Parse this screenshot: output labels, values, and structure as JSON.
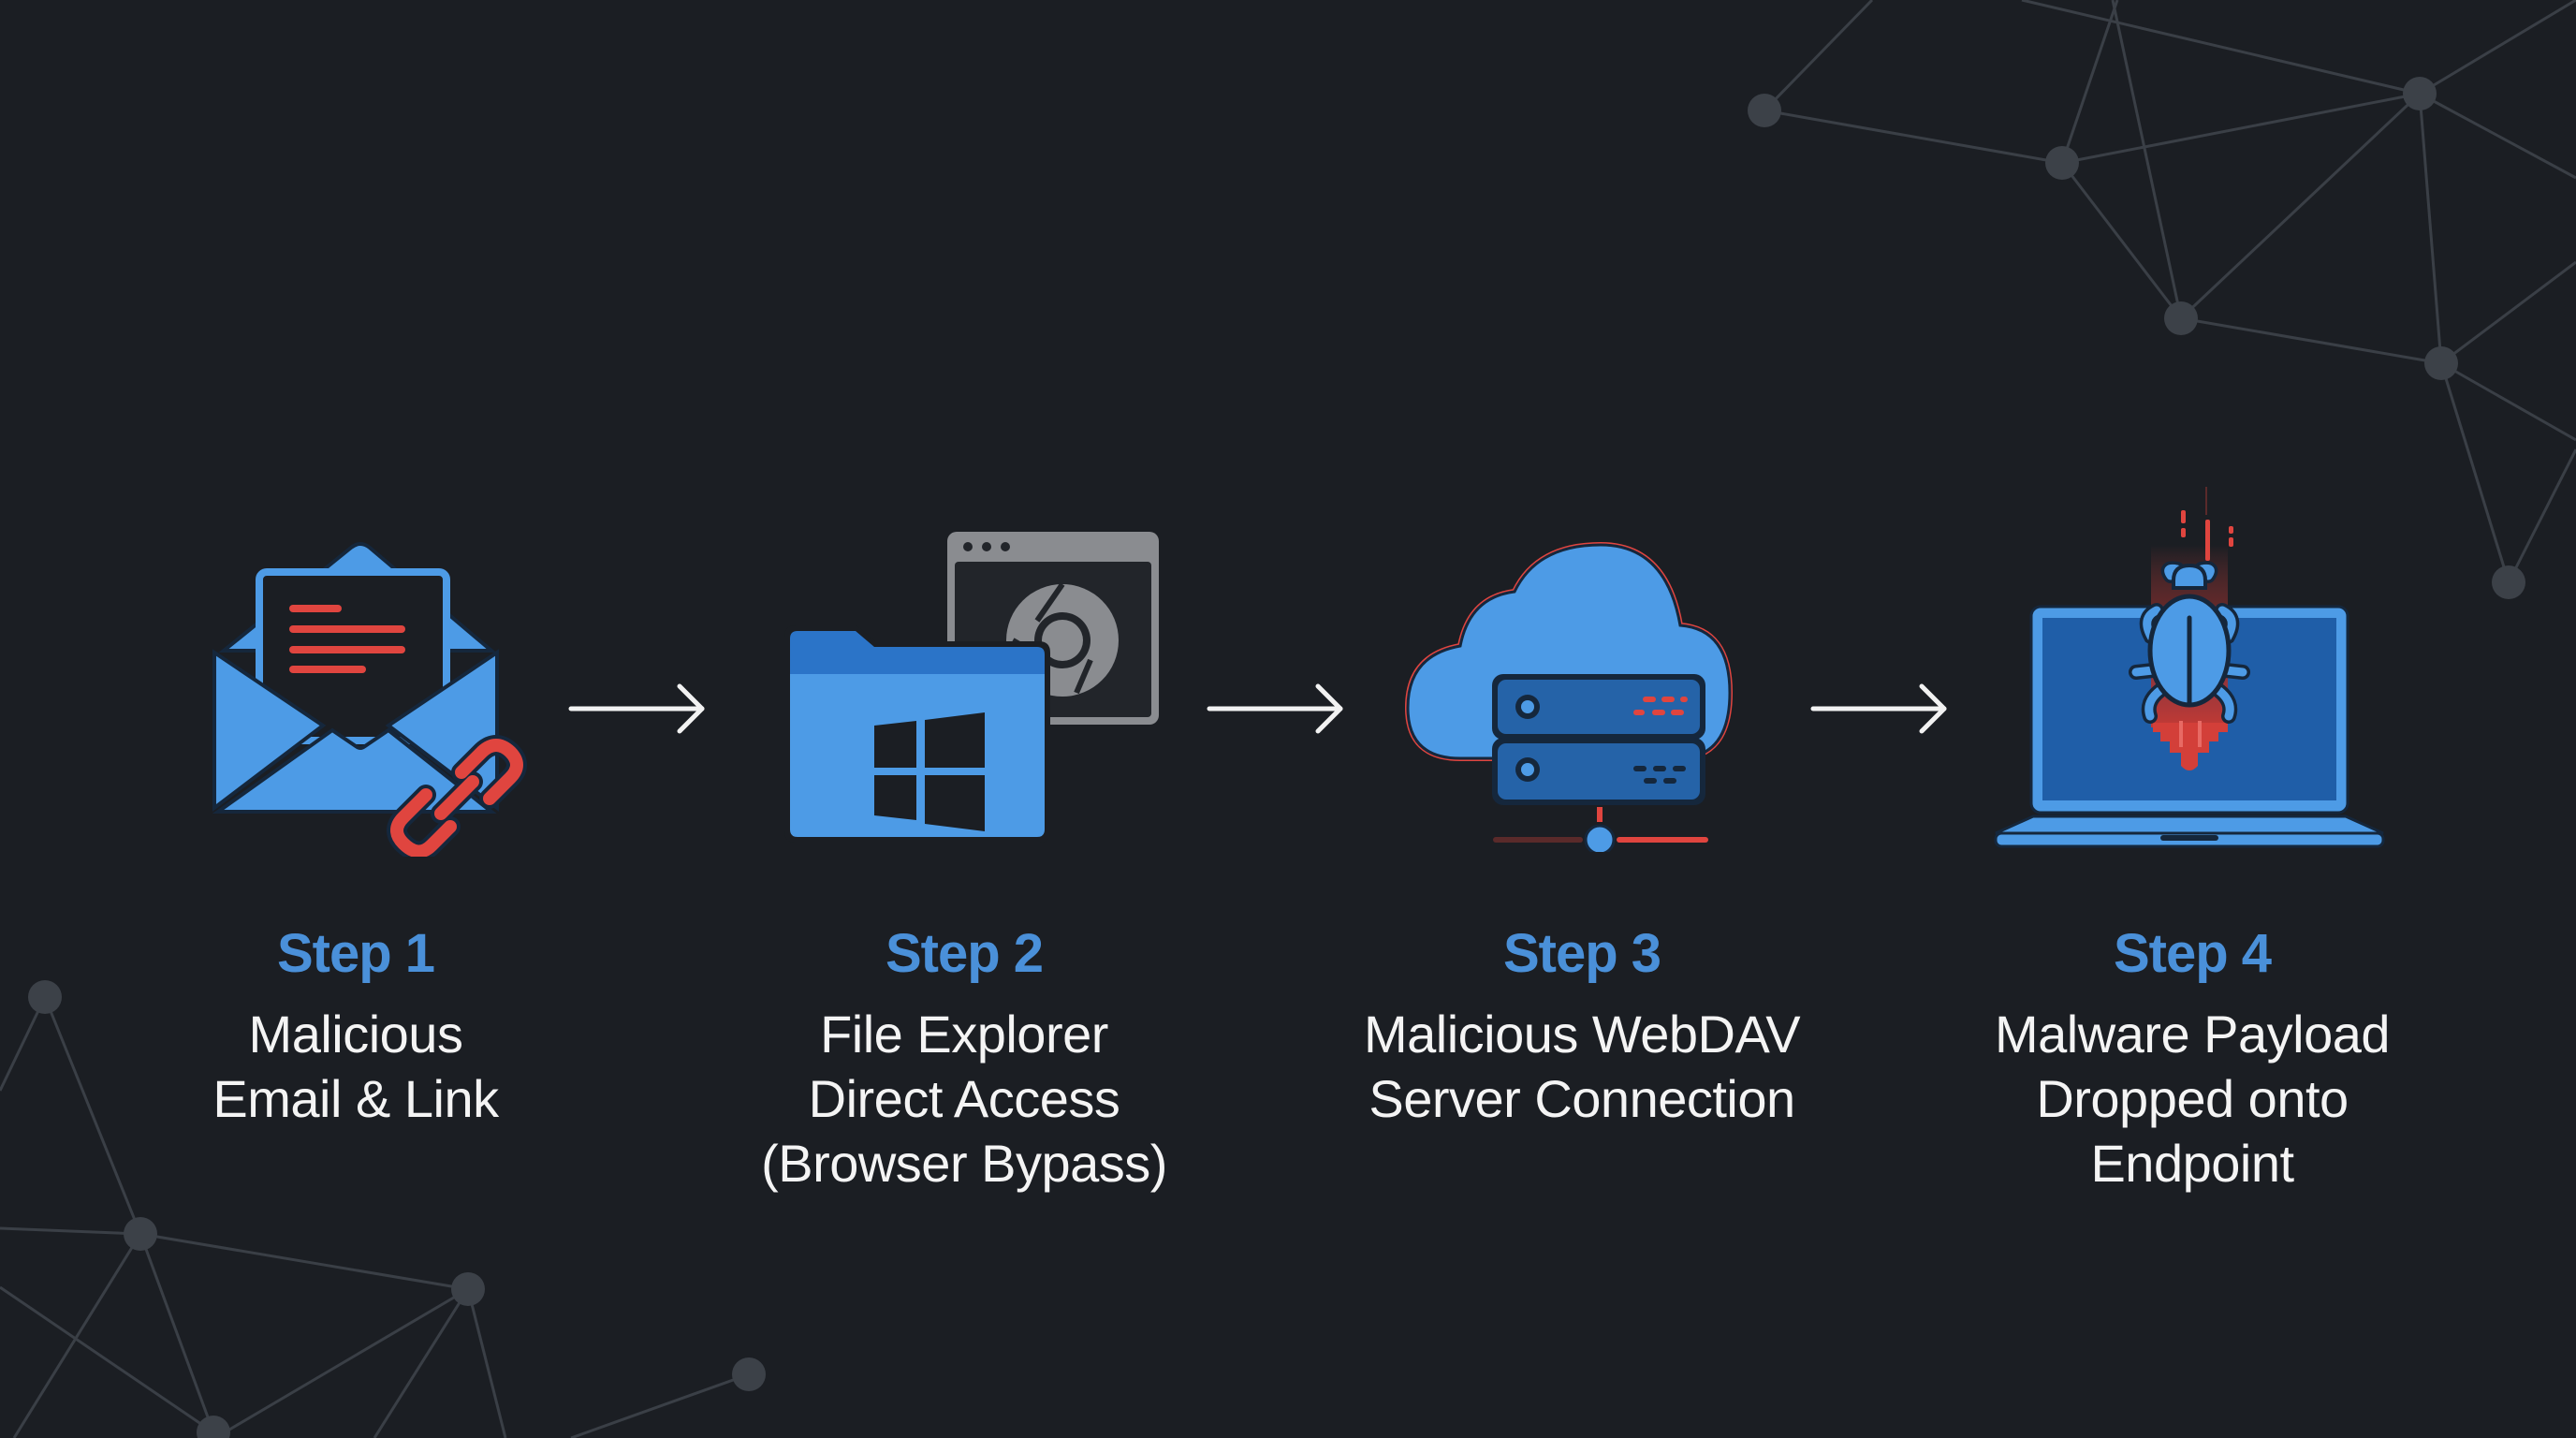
{
  "diagram": {
    "type": "attack-flow",
    "colors": {
      "background": "#1b1e23",
      "accent_blue": "#4a90d9",
      "icon_blue": "#4d9be6",
      "icon_dark_blue": "#2563a8",
      "alert_red": "#e0453f",
      "text": "#f4f4f4",
      "network_gray": "#3c4148"
    },
    "steps": [
      {
        "label": "Step 1",
        "description_lines": [
          "Malicious",
          "Email & Link"
        ],
        "icon": "email-with-link-icon"
      },
      {
        "label": "Step 2",
        "description_lines": [
          "File Explorer",
          "Direct Access",
          "(Browser Bypass)"
        ],
        "icon": "folder-windows-browser-icon"
      },
      {
        "label": "Step 3",
        "description_lines": [
          "Malicious WebDAV",
          "Server Connection"
        ],
        "icon": "cloud-server-icon"
      },
      {
        "label": "Step 4",
        "description_lines": [
          "Malware Payload",
          "Dropped onto",
          "Endpoint"
        ],
        "icon": "laptop-bug-icon"
      }
    ],
    "connectors": [
      "arrow-right-icon",
      "arrow-right-icon",
      "arrow-right-icon"
    ],
    "background_decoration": "network-graph"
  }
}
